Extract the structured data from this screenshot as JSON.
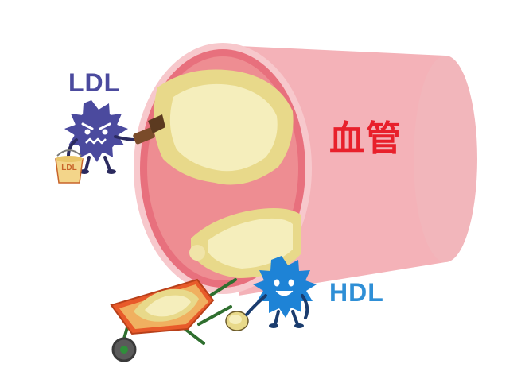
{
  "labels": {
    "ldl": "LDL",
    "hdl": "HDL",
    "vessel": "血管",
    "bucket": "LDL"
  },
  "colors": {
    "vessel_outer": "#f4b2b8",
    "vessel_wall": "#e8707d",
    "vessel_inner": "#ee8d92",
    "plaque_outer": "#e8d98a",
    "plaque_inner": "#f5eebc",
    "ldl_body": "#4b4a9e",
    "hdl_body": "#1e83d6",
    "vessel_text": "#e8202b",
    "wheelbarrow_tray": "#e85a2a",
    "wheelbarrow_frame": "#3a8f3a"
  },
  "icons": {
    "ldl_character": "spiky-ldl-germ-icon",
    "hdl_character": "spiky-hdl-germ-icon",
    "bucket": "bucket-icon",
    "wheelbarrow": "wheelbarrow-icon"
  }
}
